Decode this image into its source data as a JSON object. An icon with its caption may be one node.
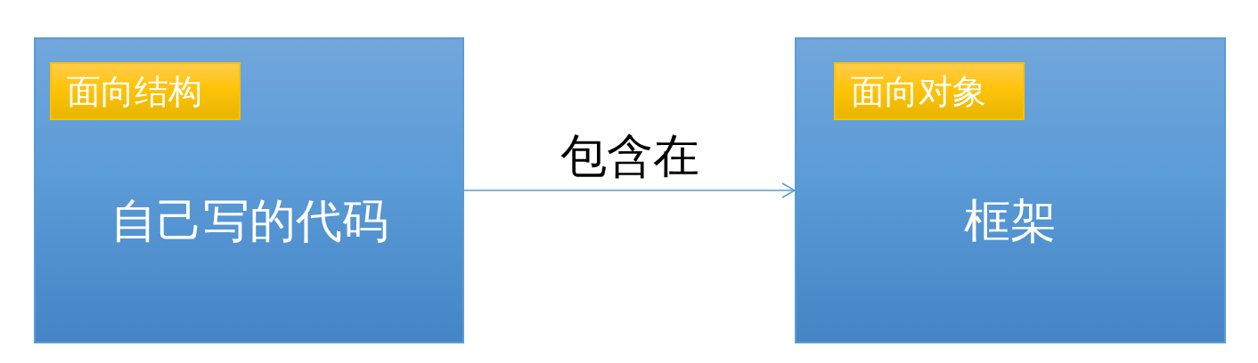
{
  "diagram": {
    "nodes": [
      {
        "text": [
          "自己写的代码"
        ]
      },
      {
        "text": [
          "面向结构"
        ],
        "in": 0
      },
      {
        "text": [
          "框架"
        ]
      },
      {
        "text": [
          "面向对象"
        ],
        "in": 2
      }
    ],
    "edges": [
      {
        "from": 0,
        "to": 2,
        "arrow": "to",
        "label": "包含在"
      }
    ]
  }
}
